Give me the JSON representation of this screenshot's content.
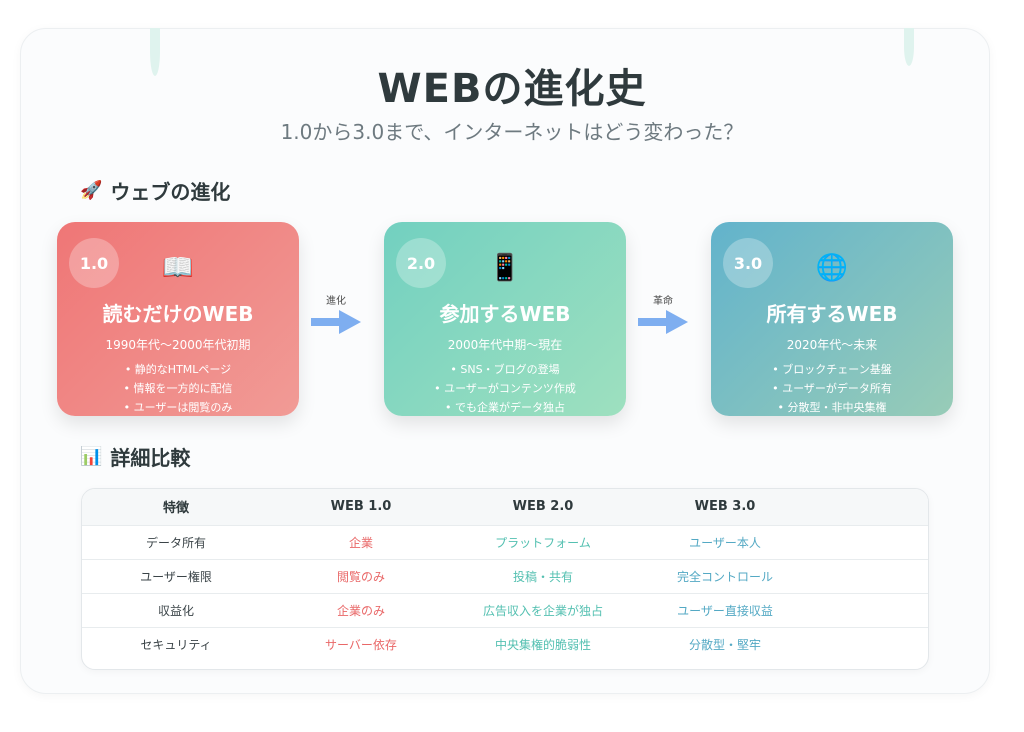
{
  "page": {
    "title": "WEBの進化史",
    "subtitle": "1.0から3.0まで、インターネットはどう変わった？"
  },
  "section_evolution": {
    "icon": "rocket-icon",
    "glyph": "🚀",
    "label": "ウェブの進化"
  },
  "section_compare": {
    "icon": "bar-chart-icon",
    "glyph": "📊",
    "label": "詳細比較"
  },
  "cards": [
    {
      "badge": "1.0",
      "icon": "book-icon",
      "glyph": "📖",
      "title": "読むだけのWEB",
      "period": "1990年代〜2000年代初期",
      "points": [
        "• 静的なHTMLページ",
        "• 情報を一方的に配信",
        "• ユーザーは閲覧のみ"
      ]
    },
    {
      "badge": "2.0",
      "icon": "smartphone-icon",
      "glyph": "📱",
      "title": "参加するWEB",
      "period": "2000年代中期〜現在",
      "points": [
        "• SNS・ブログの登場",
        "• ユーザーがコンテンツ作成",
        "• でも企業がデータ独占"
      ]
    },
    {
      "badge": "3.0",
      "icon": "globe-icon",
      "glyph": "🌐",
      "title": "所有するWEB",
      "period": "2020年代〜未来",
      "points": [
        "• ブロックチェーン基盤",
        "• ユーザーがデータ所有",
        "• 分散型・非中央集権"
      ]
    }
  ],
  "arrows": [
    {
      "label": "進化",
      "color": "#7eaef0"
    },
    {
      "label": "革命",
      "color": "#7eaef0"
    }
  ],
  "table": {
    "headers": [
      "特徴",
      "WEB 1.0",
      "WEB 2.0",
      "WEB 3.0"
    ],
    "rows": [
      [
        "データ所有",
        "企業",
        "プラットフォーム",
        "ユーザー本人"
      ],
      [
        "ユーザー権限",
        "閲覧のみ",
        "投稿・共有",
        "完全コントロール"
      ],
      [
        "収益化",
        "企業のみ",
        "広告収入を企業が独占",
        "ユーザー直接収益"
      ],
      [
        "セキュリティ",
        "サーバー依存",
        "中央集権的脆弱性",
        "分散型・堅牢"
      ]
    ]
  },
  "colors": {
    "web1": "#e96868",
    "web2": "#54c0b1",
    "web3": "#54a9c4"
  }
}
